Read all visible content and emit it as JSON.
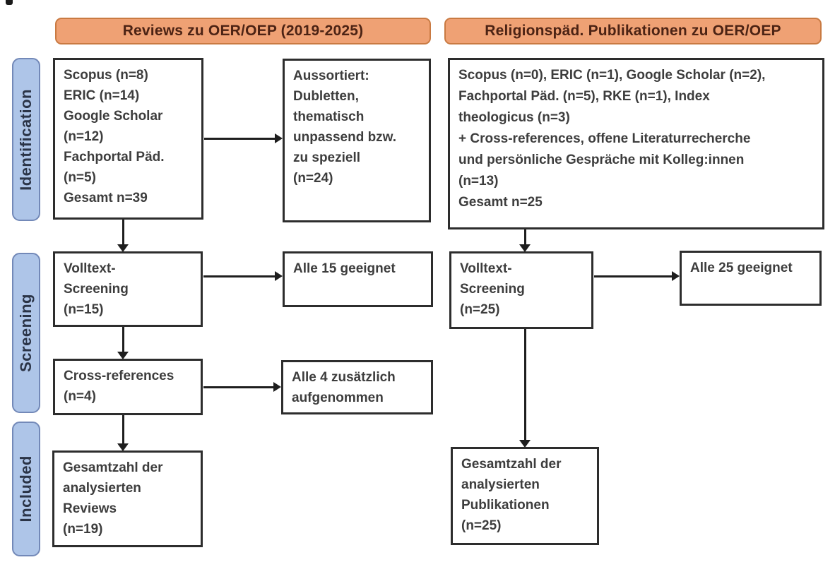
{
  "headers": {
    "left": "Reviews zu OER/OEP (2019-2025)",
    "right": "Religionspäd. Publikationen zu OER/OEP"
  },
  "stage_labels": {
    "identification": "Identification",
    "screening": "Screening",
    "included": "Included"
  },
  "boxes": {
    "left_sources": {
      "lines": [
        "Scopus (n=8)",
        "ERIC (n=14)",
        "Google Scholar",
        "(n=12)",
        "Fachportal Päd.",
        "(n=5)",
        "Gesamt n=39"
      ]
    },
    "left_excluded": {
      "lines": [
        "Aussortiert:",
        "Dubletten,",
        "thematisch",
        "unpassend bzw.",
        "zu speziell",
        "(n=24)"
      ]
    },
    "left_fulltext": {
      "lines": [
        "Volltext-",
        "Screening",
        "(n=15)"
      ]
    },
    "left_fulltext_result": {
      "lines": [
        "Alle 15 geeignet"
      ]
    },
    "left_crossref": {
      "lines": [
        "Cross-references",
        "(n=4)"
      ]
    },
    "left_crossref_result": {
      "lines": [
        "Alle 4 zusätzlich",
        "aufgenommen"
      ]
    },
    "left_included": {
      "lines": [
        "Gesamtzahl der",
        "analysierten",
        "Reviews",
        "(n=19)"
      ]
    },
    "right_sources": {
      "lines": [
        "Scopus (n=0), ERIC (n=1), Google Scholar (n=2),",
        "Fachportal Päd. (n=5), RKE (n=1), Index",
        "theologicus (n=3)",
        "+ Cross-references, offene Literaturrecherche",
        "und persönliche Gespräche mit Kolleg:innen",
        "(n=13)",
        "Gesamt n=25"
      ]
    },
    "right_fulltext": {
      "lines": [
        "Volltext-",
        "Screening",
        "(n=25)"
      ]
    },
    "right_fulltext_result": {
      "lines": [
        "Alle 25 geeignet"
      ]
    },
    "right_included": {
      "lines": [
        "Gesamtzahl der",
        "analysierten",
        "Publikationen",
        "(n=25)"
      ]
    }
  },
  "colors": {
    "banner_fill": "#efa174",
    "banner_border": "#c97a42",
    "banner_text": "#4c2314",
    "stage_fill": "#aec5e8",
    "stage_border": "#7389b8",
    "stage_text": "#2b3447",
    "box_border": "#2d2d2d",
    "box_text": "#3d3d3d",
    "arrow": "#1e1e1e",
    "background": "#ffffff"
  }
}
